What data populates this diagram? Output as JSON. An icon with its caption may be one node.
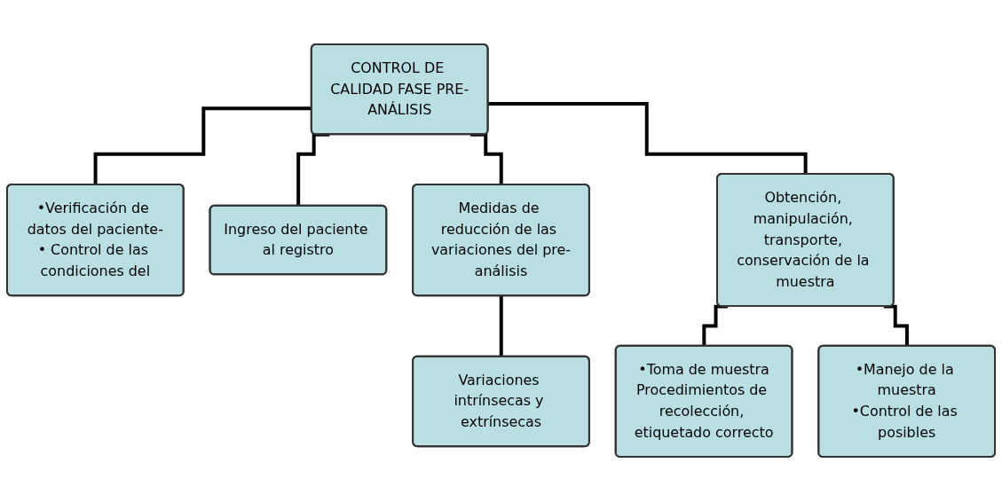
{
  "diagram": {
    "nodes": [
      {
        "text": [
          "CONTROL DE CALIDAD FASE PRE-ANÁLISIS"
        ]
      },
      {
        "text": [
          "•Verificación de datos del paciente-",
          "• Control de las condiciones del"
        ]
      },
      {
        "text": [
          "Ingreso del paciente al registro"
        ]
      },
      {
        "text": [
          "Medidas de reducción de las variaciones del pre-análisis"
        ]
      },
      {
        "text": [
          "Obtención, manipulación, transporte, conservación de la muestra"
        ]
      },
      {
        "text": [
          "Variaciones intrínsecas y extrínsecas"
        ]
      },
      {
        "text": [
          "•Toma de muestra",
          "Procedimientos de recolección, etiquetado correcto"
        ]
      },
      {
        "text": [
          "•Manejo de la muestra",
          "•Control de las posibles"
        ]
      }
    ],
    "edges": [
      {
        "from": 0,
        "to": 1,
        "arrow": "none"
      },
      {
        "from": 0,
        "to": 2,
        "arrow": "none"
      },
      {
        "from": 0,
        "to": 3,
        "arrow": "none"
      },
      {
        "from": 0,
        "to": 4,
        "arrow": "none"
      },
      {
        "from": 3,
        "to": 5,
        "arrow": "none"
      },
      {
        "from": 4,
        "to": 6,
        "arrow": "none"
      },
      {
        "from": 4,
        "to": 7,
        "arrow": "none"
      }
    ]
  }
}
